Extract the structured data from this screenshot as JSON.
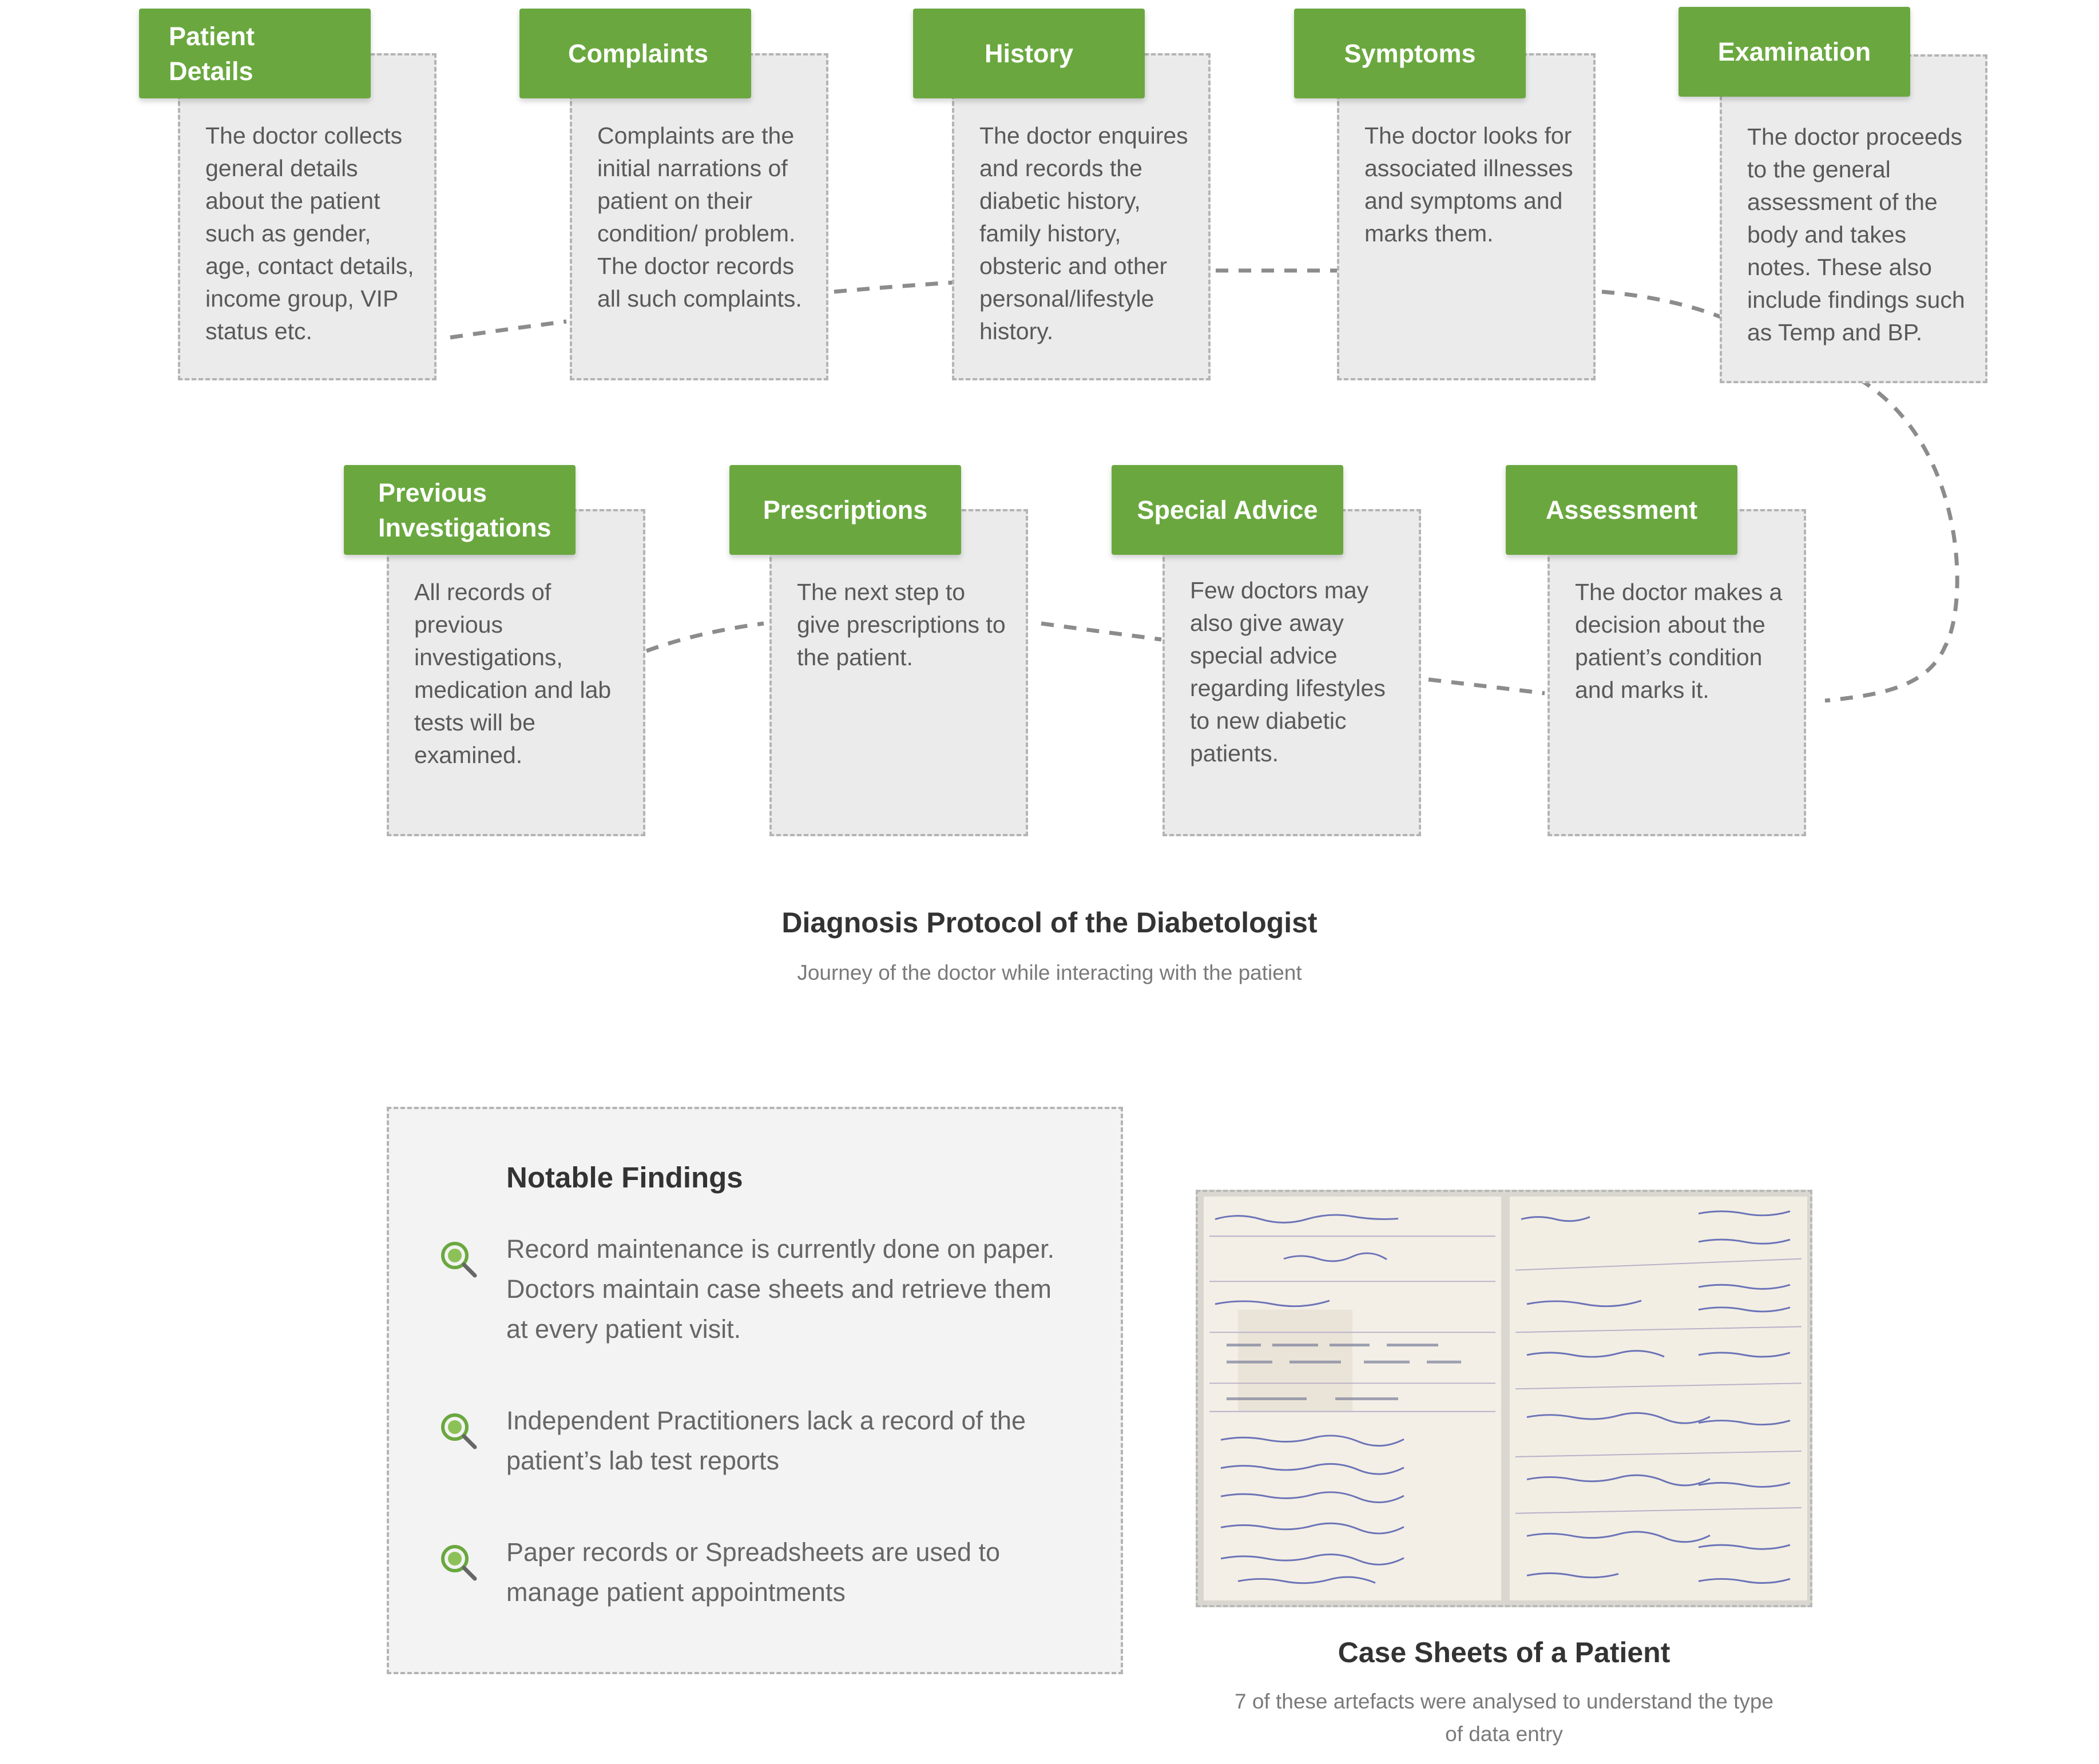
{
  "protocol": {
    "steps": [
      {
        "title": "Patient Details",
        "text": "The doctor collects general details about the patient such as gender, age, contact details, income group, VIP status etc."
      },
      {
        "title": "Complaints",
        "text": "Complaints are the initial narrations of patient on their condition/ problem. The doctor records all such complaints."
      },
      {
        "title": "History",
        "text": "The doctor enquires and records the diabetic history, family history, obsteric and other personal/lifestyle history."
      },
      {
        "title": "Symptoms",
        "text": "The doctor looks for associated illnesses and symptoms and marks them."
      },
      {
        "title": "Examination",
        "text": "The doctor proceeds to the general assessment of the body and takes notes. These also include findings such as Temp and BP."
      },
      {
        "title": "Assessment",
        "text": "The doctor makes a decision about the patient’s condition and marks it."
      },
      {
        "title": "Special Advice",
        "text": "Few doctors may also give away special advice regarding lifestyles to new diabetic patients."
      },
      {
        "title": "Prescriptions",
        "text": "The next step to give prescriptions to the patient."
      },
      {
        "title": "Previous Investigations",
        "text": "All records of previous investigations, medication and lab tests will be examined."
      }
    ],
    "title": "Diagnosis Protocol of the Diabetologist",
    "subtitle": "Journey of the doctor while interacting with the patient"
  },
  "findings": {
    "title": "Notable Findings",
    "icon": "magnifier-icon",
    "accent": "#6aa83f",
    "items": [
      "Record maintenance is currently done on paper. Doctors maintain case sheets and retrieve them at every patient visit.",
      "Independent Practitioners lack a record of the patient’s lab test reports",
      "Paper records or Spreadsheets are used to manage patient appointments"
    ]
  },
  "case_sheets": {
    "title": "Case Sheets of a Patient",
    "subtitle": "7 of these artefacts were analysed to understand the type of data entry"
  },
  "colors": {
    "header": "#6aa83f",
    "card": "#ebebeb",
    "connector": "#8c8c8c"
  }
}
